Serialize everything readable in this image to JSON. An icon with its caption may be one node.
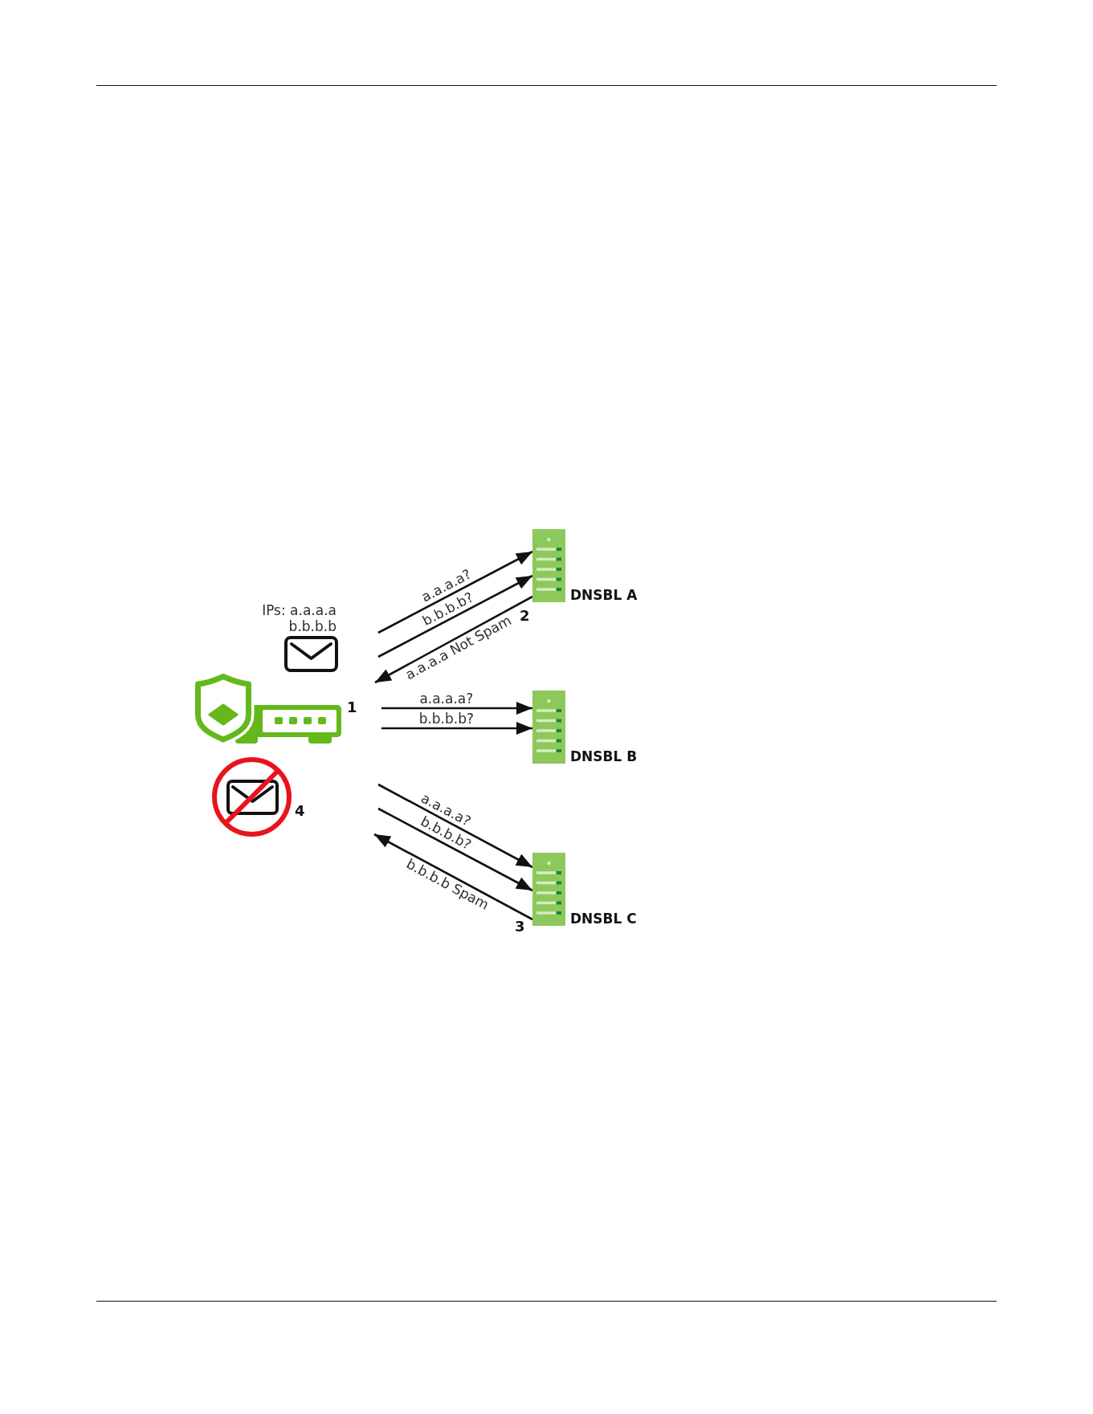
{
  "diagram": {
    "nodes": [
      {
        "text": [],
        "shape": "picture",
        "beside": [
          "1"
        ]
      },
      {
        "text": [
          "DNSBL A"
        ],
        "beside": [
          "2"
        ]
      },
      {
        "text": [
          "DNSBL B"
        ]
      },
      {
        "text": [
          "DNSBL C"
        ],
        "beside": [
          "3"
        ]
      }
    ],
    "edges": [
      {
        "from": 0,
        "to": 1,
        "arrow": "to",
        "label": "a.a.a.a?"
      },
      {
        "from": 0,
        "to": 1,
        "arrow": "to",
        "label": "b.b.b.b?"
      },
      {
        "from": 1,
        "to": 0,
        "arrow": "to",
        "label": "a.a.a.a Not Spam"
      },
      {
        "from": 0,
        "to": 2,
        "arrow": "to",
        "label": "a.a.a.a?"
      },
      {
        "from": 0,
        "to": 2,
        "arrow": "to",
        "label": "b.b.b.b?"
      },
      {
        "from": 0,
        "to": 3,
        "arrow": "to",
        "label": "a.a.a.a?"
      },
      {
        "from": 0,
        "to": 3,
        "arrow": "to",
        "label": "b.b.b.b?"
      },
      {
        "from": 3,
        "to": 0,
        "arrow": "to",
        "label": "b.b.b.b Spam"
      }
    ],
    "labels": [
      "IPs: a.a.a.a b.b.b.b",
      "4"
    ]
  }
}
